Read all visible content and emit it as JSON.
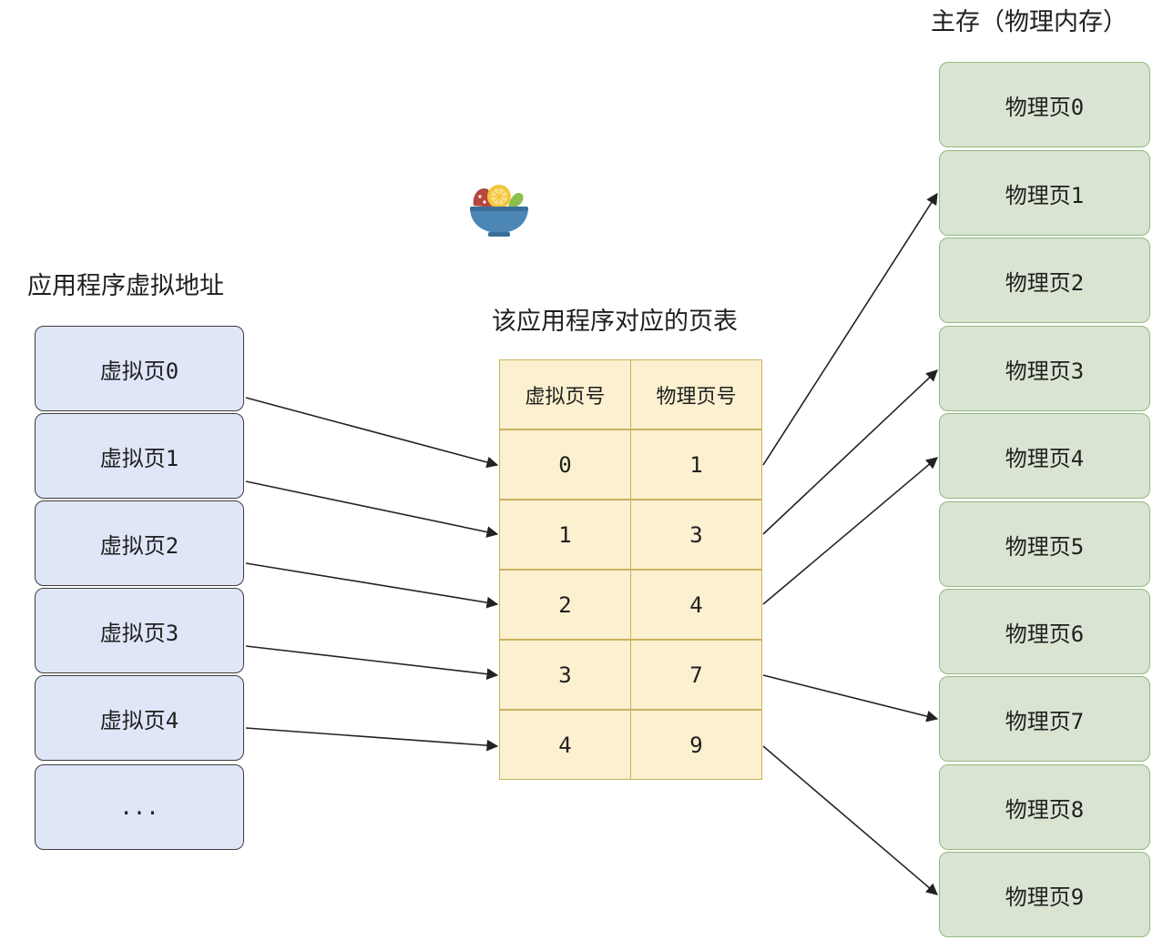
{
  "titles": {
    "virtual_address": "应用程序虚拟地址",
    "page_table": "该应用程序对应的页表",
    "main_memory": "主存（物理内存）"
  },
  "virtual_pages": [
    "虚拟页0",
    "虚拟页1",
    "虚拟页2",
    "虚拟页3",
    "虚拟页4",
    "..."
  ],
  "page_table": {
    "headers": [
      "虚拟页号",
      "物理页号"
    ],
    "rows": [
      [
        "0",
        "1"
      ],
      [
        "1",
        "3"
      ],
      [
        "2",
        "4"
      ],
      [
        "3",
        "7"
      ],
      [
        "4",
        "9"
      ]
    ]
  },
  "physical_pages": [
    "物理页0",
    "物理页1",
    "物理页2",
    "物理页3",
    "物理页4",
    "物理页5",
    "物理页6",
    "物理页7",
    "物理页8",
    "物理页9"
  ],
  "logo": {
    "icon": "fruit-bowl-icon"
  },
  "colors": {
    "virtual_fill": "#dfe6f8",
    "table_fill": "#fbf0cf",
    "physical_fill": "#d9e4d2",
    "arrow": "#222222"
  }
}
